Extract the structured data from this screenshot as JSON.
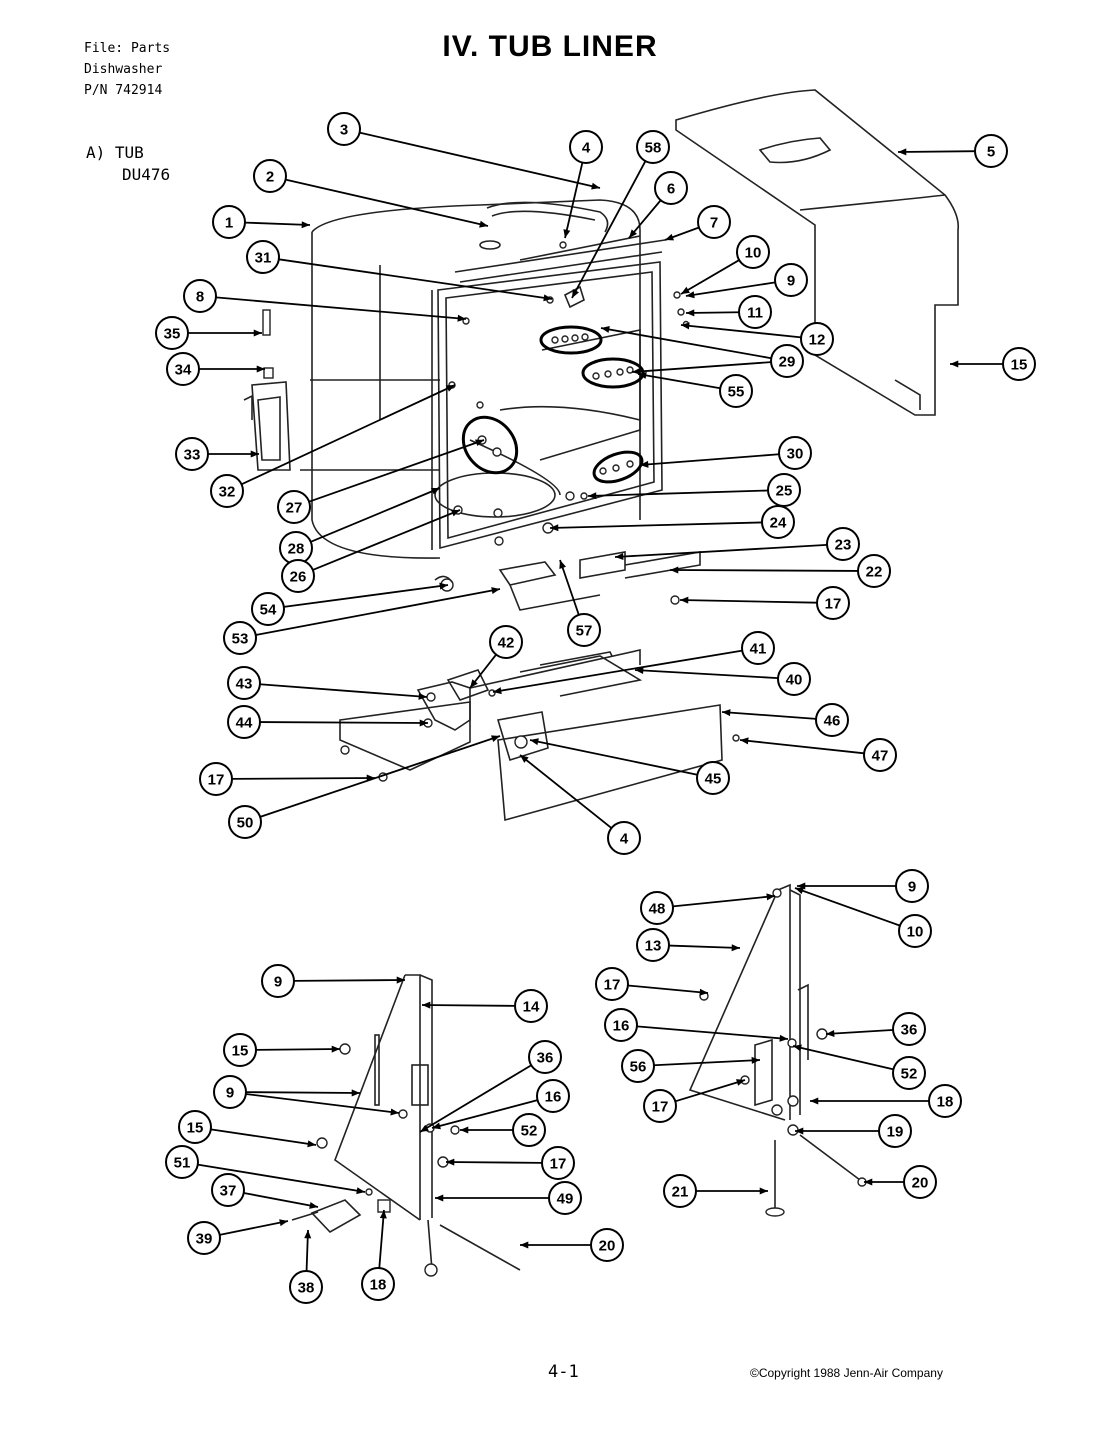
{
  "header": {
    "file_line": "File: Parts",
    "appliance_line": "Dishwasher",
    "part_number_line": "P/N 742914"
  },
  "title": "IV.  TUB LINER",
  "section": {
    "label": "A)  TUB",
    "model": "DU476"
  },
  "footer": {
    "page_number": "4-1",
    "copyright": "©Copyright 1988 Jenn-Air Company"
  },
  "callouts": [
    {
      "id": "3",
      "label": "3"
    },
    {
      "id": "4a",
      "label": "4"
    },
    {
      "id": "58",
      "label": "58"
    },
    {
      "id": "5",
      "label": "5"
    },
    {
      "id": "2",
      "label": "2"
    },
    {
      "id": "6",
      "label": "6"
    },
    {
      "id": "1",
      "label": "1"
    },
    {
      "id": "7",
      "label": "7"
    },
    {
      "id": "31",
      "label": "31"
    },
    {
      "id": "10a",
      "label": "10"
    },
    {
      "id": "9a",
      "label": "9"
    },
    {
      "id": "8",
      "label": "8"
    },
    {
      "id": "11",
      "label": "11"
    },
    {
      "id": "35",
      "label": "35"
    },
    {
      "id": "12",
      "label": "12"
    },
    {
      "id": "29",
      "label": "29"
    },
    {
      "id": "34",
      "label": "34"
    },
    {
      "id": "15a",
      "label": "15"
    },
    {
      "id": "55",
      "label": "55"
    },
    {
      "id": "33",
      "label": "33"
    },
    {
      "id": "30",
      "label": "30"
    },
    {
      "id": "32",
      "label": "32"
    },
    {
      "id": "25",
      "label": "25"
    },
    {
      "id": "27",
      "label": "27"
    },
    {
      "id": "24",
      "label": "24"
    },
    {
      "id": "28",
      "label": "28"
    },
    {
      "id": "23",
      "label": "23"
    },
    {
      "id": "26",
      "label": "26"
    },
    {
      "id": "22",
      "label": "22"
    },
    {
      "id": "54",
      "label": "54"
    },
    {
      "id": "17a",
      "label": "17"
    },
    {
      "id": "53",
      "label": "53"
    },
    {
      "id": "57",
      "label": "57"
    },
    {
      "id": "42",
      "label": "42"
    },
    {
      "id": "41",
      "label": "41"
    },
    {
      "id": "43",
      "label": "43"
    },
    {
      "id": "40",
      "label": "40"
    },
    {
      "id": "44",
      "label": "44"
    },
    {
      "id": "46",
      "label": "46"
    },
    {
      "id": "47",
      "label": "47"
    },
    {
      "id": "17b",
      "label": "17"
    },
    {
      "id": "45",
      "label": "45"
    },
    {
      "id": "50",
      "label": "50"
    },
    {
      "id": "4b",
      "label": "4"
    },
    {
      "id": "9b",
      "label": "9"
    },
    {
      "id": "48",
      "label": "48"
    },
    {
      "id": "10b",
      "label": "10"
    },
    {
      "id": "13",
      "label": "13"
    },
    {
      "id": "9c",
      "label": "9"
    },
    {
      "id": "14",
      "label": "14"
    },
    {
      "id": "17c",
      "label": "17"
    },
    {
      "id": "16a",
      "label": "16"
    },
    {
      "id": "36a",
      "label": "36"
    },
    {
      "id": "15b",
      "label": "15"
    },
    {
      "id": "56",
      "label": "56"
    },
    {
      "id": "52a",
      "label": "52"
    },
    {
      "id": "36b",
      "label": "36"
    },
    {
      "id": "9d",
      "label": "9"
    },
    {
      "id": "16b",
      "label": "16"
    },
    {
      "id": "17d",
      "label": "17"
    },
    {
      "id": "18a",
      "label": "18"
    },
    {
      "id": "15c",
      "label": "15"
    },
    {
      "id": "52b",
      "label": "52"
    },
    {
      "id": "19",
      "label": "19"
    },
    {
      "id": "17e",
      "label": "17"
    },
    {
      "id": "51",
      "label": "51"
    },
    {
      "id": "20a",
      "label": "20"
    },
    {
      "id": "37",
      "label": "37"
    },
    {
      "id": "49",
      "label": "49"
    },
    {
      "id": "21",
      "label": "21"
    },
    {
      "id": "39",
      "label": "39"
    },
    {
      "id": "20b",
      "label": "20"
    },
    {
      "id": "38",
      "label": "38"
    },
    {
      "id": "18b",
      "label": "18"
    }
  ]
}
